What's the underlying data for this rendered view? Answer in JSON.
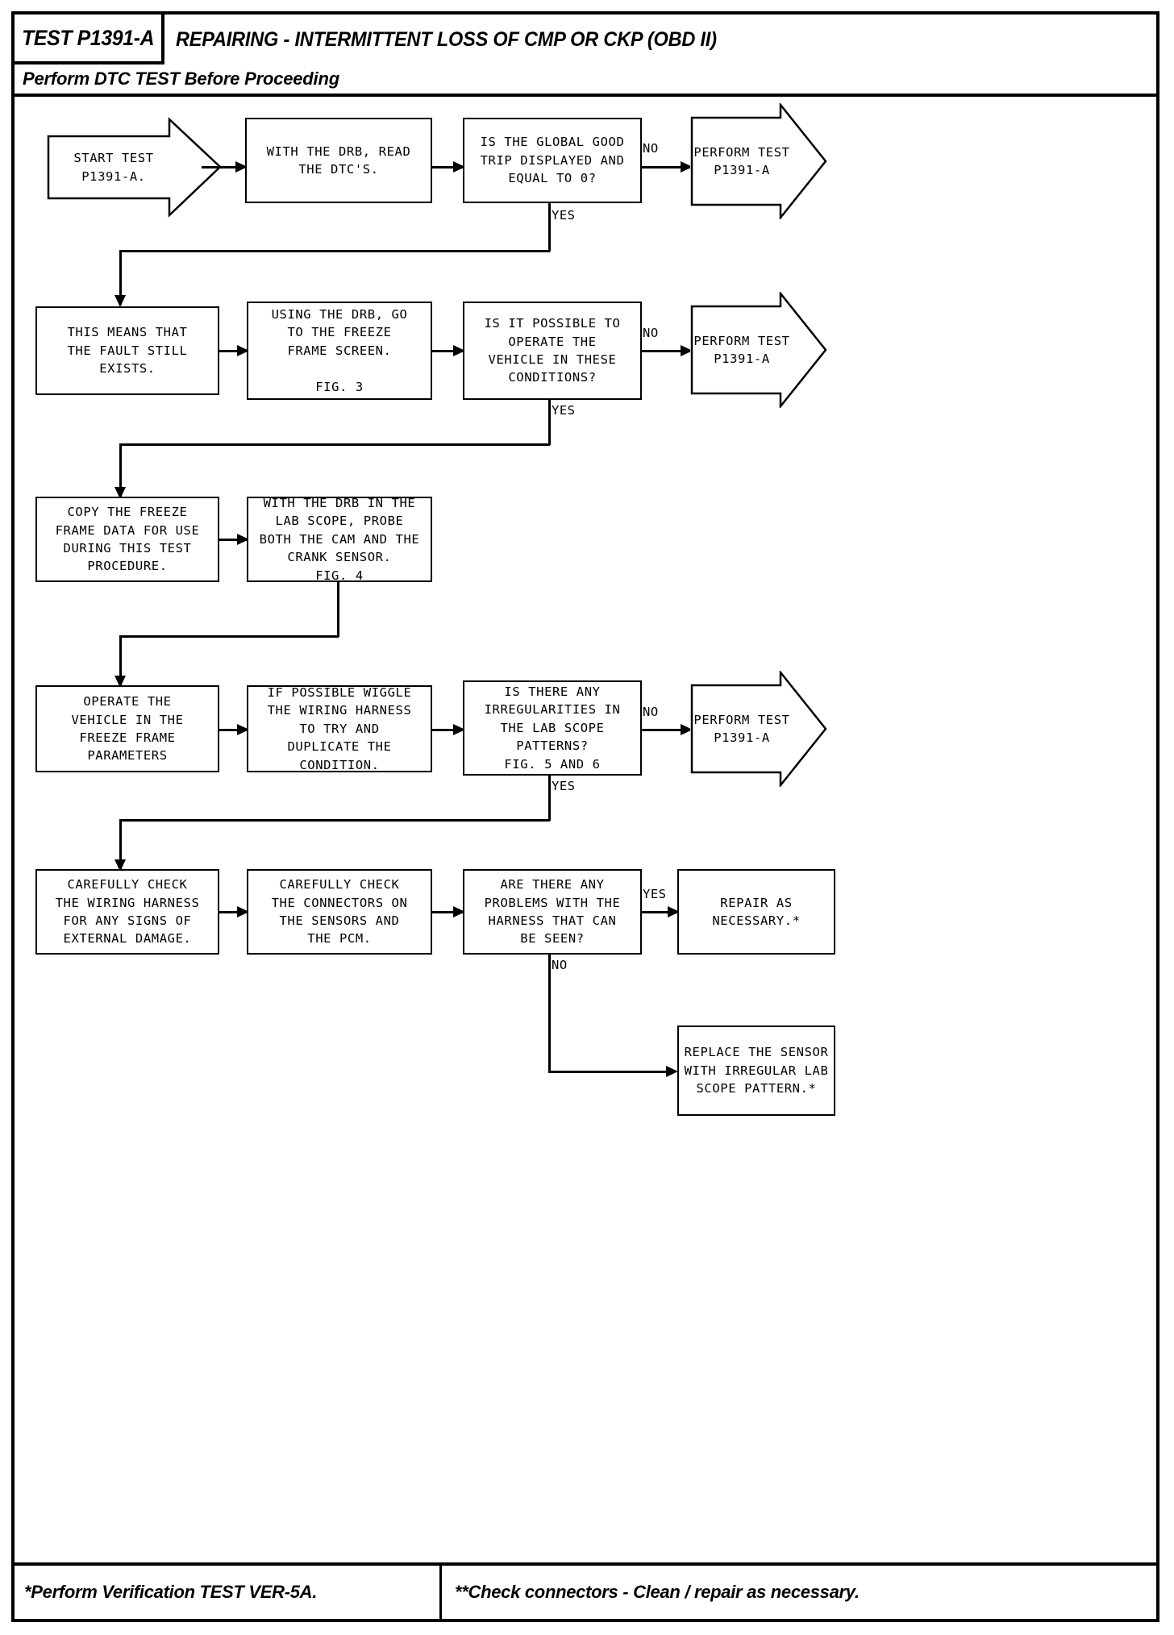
{
  "header": {
    "test_id": "TEST P1391-A",
    "title": "REPAIRING - INTERMITTENT LOSS OF CMP OR CKP (OBD II)",
    "subtitle": "Perform DTC TEST Before Proceeding"
  },
  "footer": {
    "left_note": "*Perform Verification TEST VER-5A.",
    "right_note": "**Check connectors - Clean / repair as necessary."
  },
  "nodes": {
    "start": "START TEST\nP1391-A.",
    "read_dtcs": "WITH THE DRB, READ\nTHE DTC'S.",
    "q_global_good_trip": "IS THE GLOBAL GOOD\nTRIP DISPLAYED AND\nEQUAL TO 0?",
    "perform_test_1": "PERFORM TEST\nP1391-A",
    "fault_still_exists": "THIS MEANS THAT\nTHE FAULT STILL\nEXISTS.",
    "freeze_frame_screen": "USING THE DRB, GO\nTO THE FREEZE\nFRAME SCREEN.\n\nFIG. 3",
    "q_operate_vehicle": "IS IT POSSIBLE TO\nOPERATE THE\nVEHICLE IN THESE\nCONDITIONS?",
    "perform_test_2": "PERFORM TEST\nP1391-A",
    "copy_freeze_data": "COPY THE FREEZE\nFRAME DATA FOR USE\nDURING THIS TEST\nPROCEDURE.",
    "probe_sensors": "WITH THE DRB IN THE\nLAB SCOPE, PROBE\nBOTH THE CAM AND THE\nCRANK SENSOR.\nFIG. 4",
    "operate_vehicle": "OPERATE THE\nVEHICLE IN THE\nFREEZE FRAME\nPARAMETERS",
    "wiggle_harness": "IF POSSIBLE WIGGLE\nTHE WIRING HARNESS\nTO TRY AND\nDUPLICATE THE\nCONDITION.",
    "q_irregularities": "IS THERE ANY\nIRREGULARITIES IN\nTHE LAB SCOPE\nPATTERNS?\nFIG. 5 AND 6",
    "perform_test_3": "PERFORM TEST\nP1391-A",
    "check_harness": "CAREFULLY CHECK\nTHE WIRING HARNESS\nFOR ANY SIGNS OF\nEXTERNAL DAMAGE.",
    "check_connectors": "CAREFULLY CHECK\nTHE CONNECTORS ON\nTHE SENSORS AND\nTHE PCM.",
    "q_harness_problems": "ARE THERE ANY\nPROBLEMS WITH THE\nHARNESS THAT CAN\nBE SEEN?",
    "repair_as_necessary": "REPAIR AS\nNECESSARY.*",
    "replace_sensor": "REPLACE THE SENSOR\nWITH IRREGULAR LAB\nSCOPE PATTERN.*"
  },
  "edge_labels": {
    "no_1": "NO",
    "yes_1": "YES",
    "no_2": "NO",
    "yes_2": "YES",
    "no_3": "NO",
    "yes_3": "YES",
    "yes_4": "YES",
    "no_4": "NO"
  },
  "colors": {
    "ink": "#000000",
    "paper": "#ffffff"
  }
}
